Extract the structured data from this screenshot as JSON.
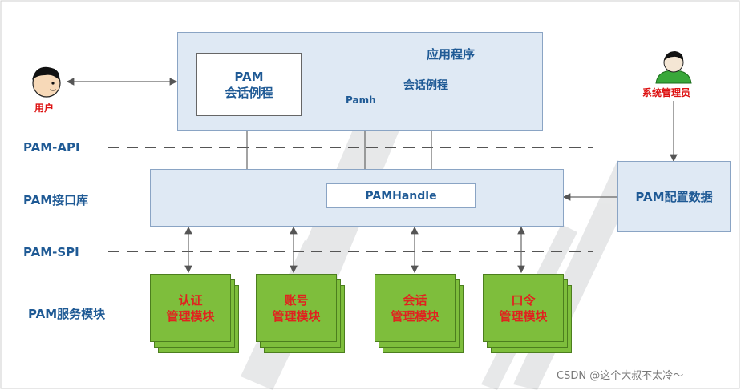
{
  "application": {
    "title": "应用程序",
    "session_routine": "会话例程",
    "pamh": "Pamh"
  },
  "pam_session_box": {
    "line1": "PAM",
    "line2": "会话例程"
  },
  "user": {
    "label": "用户"
  },
  "admin": {
    "label": "系统管理员"
  },
  "pam_config": {
    "label": "PAM配置数据"
  },
  "interface_lib": {
    "handle": "PAMHandle"
  },
  "layers": {
    "api": "PAM-API",
    "lib": "PAM接口库",
    "spi": "PAM-SPI",
    "modules": "PAM服务模块"
  },
  "modules": [
    {
      "line1": "认证",
      "line2": "管理模块"
    },
    {
      "line1": "账号",
      "line2": "管理模块"
    },
    {
      "line1": "会话",
      "line2": "管理模块"
    },
    {
      "line1": "口令",
      "line2": "管理模块"
    }
  ],
  "watermark": {
    "credit": "CSDN @这个大叔不太冷～"
  },
  "colors": {
    "label_blue": "#1f5a95",
    "box_fill": "#dfe9f4",
    "box_border": "#8aa4c4",
    "module_green": "#7ebe3c",
    "module_text": "#e0231f",
    "user_red": "#d11111"
  }
}
